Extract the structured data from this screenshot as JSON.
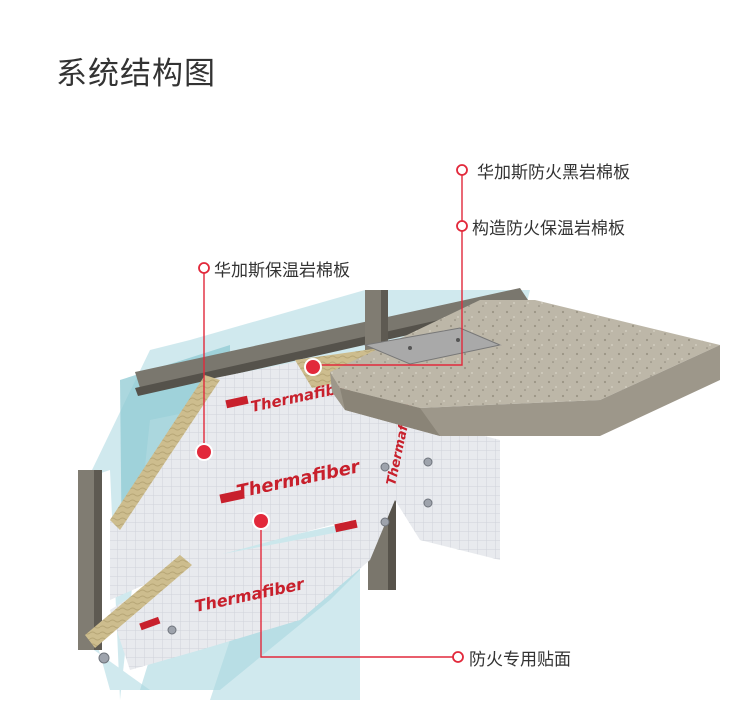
{
  "page": {
    "title": "系统结构图"
  },
  "colors": {
    "callout": "#e2293b",
    "glass": "#a9d7e0",
    "steel": "#6c6a63",
    "concrete": "#b8b2a2",
    "insulation_face": "#e9ebef",
    "rockwool": "#c9b98a",
    "brand_red": "#c8202c"
  },
  "callouts": [
    {
      "id": "black-rockwool",
      "label": "华加斯防火黑岩棉板",
      "icon": "ring-marker"
    },
    {
      "id": "structural-rockwool",
      "label": "构造防火保温岩棉板",
      "icon": "ring-marker"
    },
    {
      "id": "insulation-rockwool",
      "label": "华加斯保温岩棉板",
      "icon": "ring-marker"
    },
    {
      "id": "fire-facing",
      "label": "防火专用贴面",
      "icon": "ring-marker"
    }
  ],
  "facing_brand": "Thermafiber"
}
